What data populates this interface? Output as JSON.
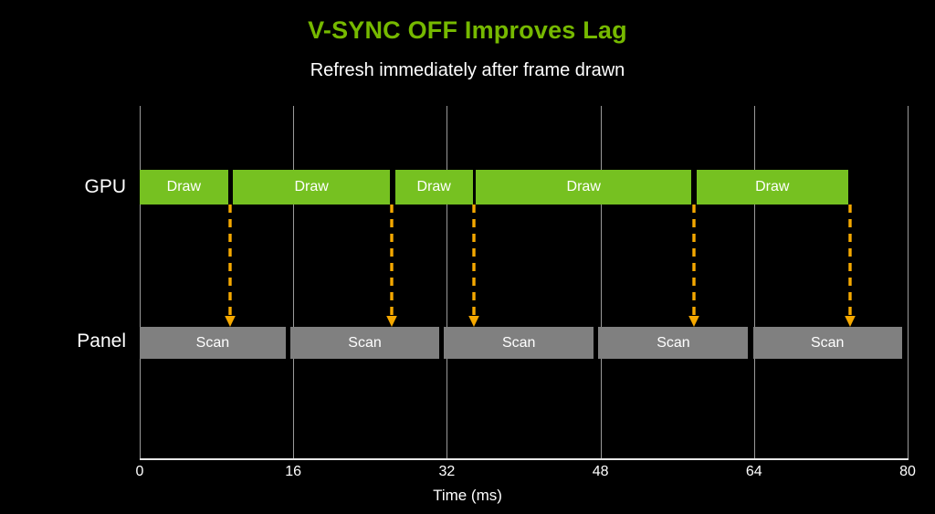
{
  "slide": {
    "title": "V-SYNC OFF Improves Lag",
    "subtitle": "Refresh immediately after frame drawn",
    "background_color": "#000000",
    "title_color": "#76b900",
    "subtitle_color": "#ffffff"
  },
  "chart_data": {
    "type": "bar",
    "title": "V-SYNC OFF Improves Lag",
    "subtitle": "Refresh immediately after frame drawn",
    "xlabel": "Time (ms)",
    "ylabel": "",
    "xlim": [
      0,
      80
    ],
    "xticks": [
      0,
      16,
      32,
      48,
      64,
      80
    ],
    "xtick_labels": [
      "0",
      "16",
      "32",
      "48",
      "64",
      "80"
    ],
    "grid": true,
    "grid_color": "#9a9a9a",
    "legend": "none",
    "rows": [
      {
        "name": "GPU",
        "label": "GPU",
        "color": "#76c121",
        "bar_label": "Draw",
        "bars": [
          {
            "label": "Draw",
            "start_ms": 0.0,
            "end_ms": 9.2,
            "duration_ms": 9.2
          },
          {
            "label": "Draw",
            "start_ms": 9.7,
            "end_ms": 26.1,
            "duration_ms": 16.4
          },
          {
            "label": "Draw",
            "start_ms": 26.6,
            "end_ms": 34.7,
            "duration_ms": 8.1
          },
          {
            "label": "Draw",
            "start_ms": 35.0,
            "end_ms": 57.5,
            "duration_ms": 22.5
          },
          {
            "label": "Draw",
            "start_ms": 58.0,
            "end_ms": 73.8,
            "duration_ms": 15.8
          }
        ]
      },
      {
        "name": "Panel",
        "label": "Panel",
        "color": "#808080",
        "bar_label": "Scan",
        "bars": [
          {
            "label": "Scan",
            "start_ms": 0.0,
            "end_ms": 15.2,
            "duration_ms": 15.2
          },
          {
            "label": "Scan",
            "start_ms": 15.7,
            "end_ms": 31.2,
            "duration_ms": 15.5
          },
          {
            "label": "Scan",
            "start_ms": 31.7,
            "end_ms": 47.3,
            "duration_ms": 15.6
          },
          {
            "label": "Scan",
            "start_ms": 47.8,
            "end_ms": 63.4,
            "duration_ms": 15.6
          },
          {
            "label": "Scan",
            "start_ms": 63.9,
            "end_ms": 79.4,
            "duration_ms": 15.5
          }
        ]
      }
    ],
    "arrows": [
      {
        "at_ms": 9.4,
        "color": "#f5a800",
        "style": "dashed",
        "direction": "down",
        "from_row": "GPU",
        "to_row": "Panel"
      },
      {
        "at_ms": 26.3,
        "color": "#f5a800",
        "style": "dashed",
        "direction": "down",
        "from_row": "GPU",
        "to_row": "Panel"
      },
      {
        "at_ms": 34.8,
        "color": "#f5a800",
        "style": "dashed",
        "direction": "down",
        "from_row": "GPU",
        "to_row": "Panel"
      },
      {
        "at_ms": 57.7,
        "color": "#f5a800",
        "style": "dashed",
        "direction": "down",
        "from_row": "GPU",
        "to_row": "Panel"
      },
      {
        "at_ms": 74.0,
        "color": "#f5a800",
        "style": "dashed",
        "direction": "down",
        "from_row": "GPU",
        "to_row": "Panel"
      }
    ]
  }
}
